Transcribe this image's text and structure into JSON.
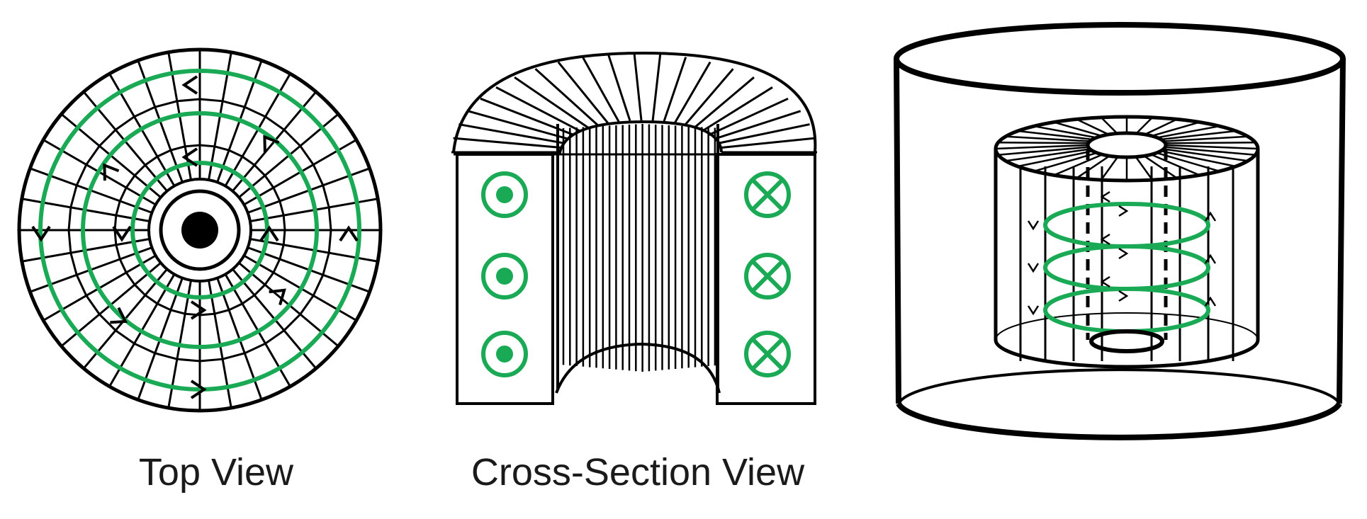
{
  "captions": {
    "top_view": "Top View",
    "cross_section_view": "Cross-Section View"
  },
  "colors": {
    "field_line": "#1aaa55",
    "ink": "#000000",
    "background": "#ffffff"
  },
  "symbols": {
    "current_out_of_page": "dot-in-circle",
    "current_into_page": "cross-in-circle"
  }
}
